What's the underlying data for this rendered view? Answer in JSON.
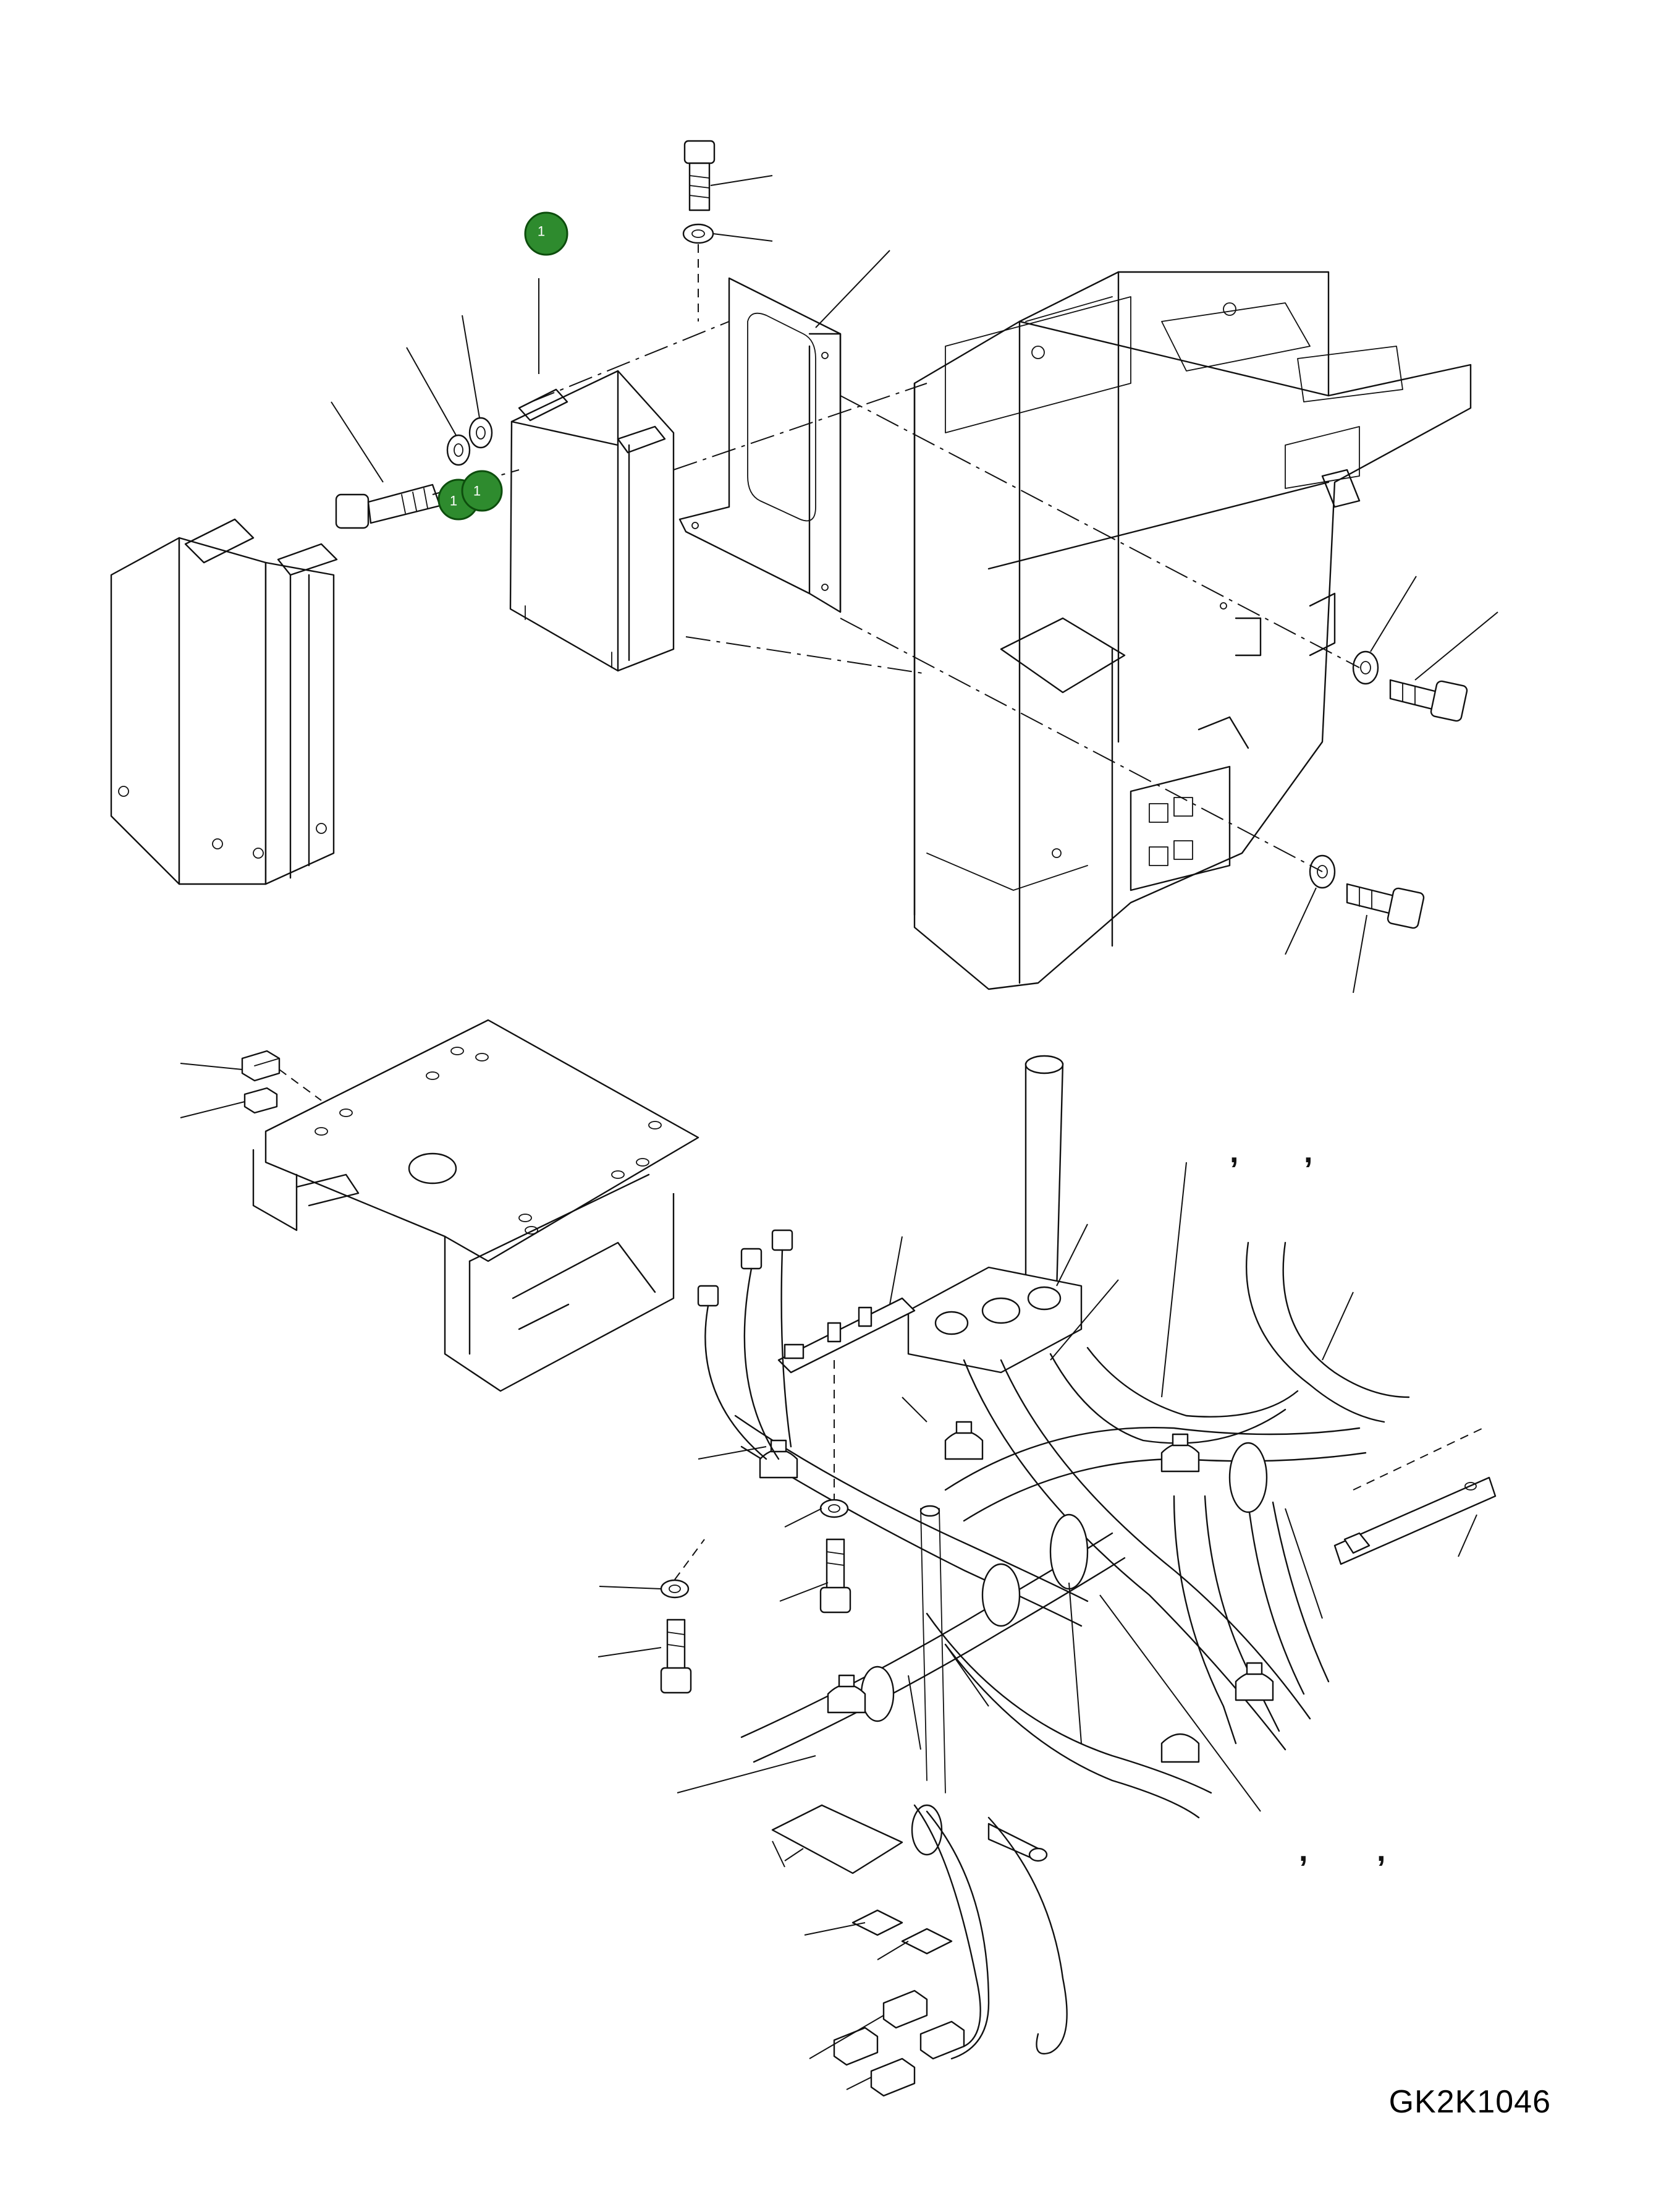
{
  "drawing_number": "GK2K1046",
  "callouts": [
    {
      "label": "1",
      "color": "#2e8b2e"
    },
    {
      "label": "1",
      "color": "#2e8b2e"
    },
    {
      "label": "1",
      "color": "#2e8b2e"
    }
  ],
  "separators": [
    ",",
    ",",
    ",",
    ","
  ]
}
